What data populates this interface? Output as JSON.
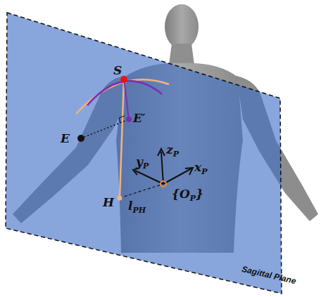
{
  "diagram": {
    "labels": [
      "S",
      "E",
      "E′",
      "H",
      "lPH",
      "yP",
      "zP",
      "xP",
      "{OP}",
      "Sagittal Plane"
    ]
  }
}
